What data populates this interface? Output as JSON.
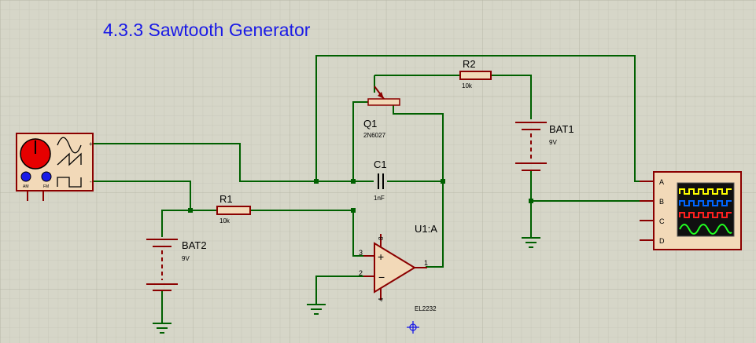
{
  "title": "4.3.3 Sawtooth Generator",
  "components": {
    "r1": {
      "ref": "R1",
      "value": "10k"
    },
    "r2": {
      "ref": "R2",
      "value": "10k"
    },
    "c1": {
      "ref": "C1",
      "value": "1nF"
    },
    "q1": {
      "ref": "Q1",
      "value": "2N6027"
    },
    "bat1": {
      "ref": "BAT1",
      "value": "9V"
    },
    "bat2": {
      "ref": "BAT2",
      "value": "9V"
    },
    "u1": {
      "ref": "U1:A",
      "value": "EL2232",
      "pin_plus": "3",
      "pin_minus": "2",
      "pin_out": "1",
      "pin_vplus": "8",
      "pin_vminus": "4"
    },
    "siggen": {
      "am_label": "AM",
      "fm_label": "FM",
      "plus": "+",
      "minus": "-"
    },
    "scope": {
      "channels": [
        "A",
        "B",
        "C",
        "D"
      ],
      "trace_colors": [
        "#ffff00",
        "#0066ff",
        "#ff2020",
        "#20ff20"
      ]
    }
  },
  "colors": {
    "wire": "#006000",
    "component": "#8b0000",
    "fill": "#f2d9b8",
    "title": "#1a1ae6",
    "text": "#000000"
  }
}
